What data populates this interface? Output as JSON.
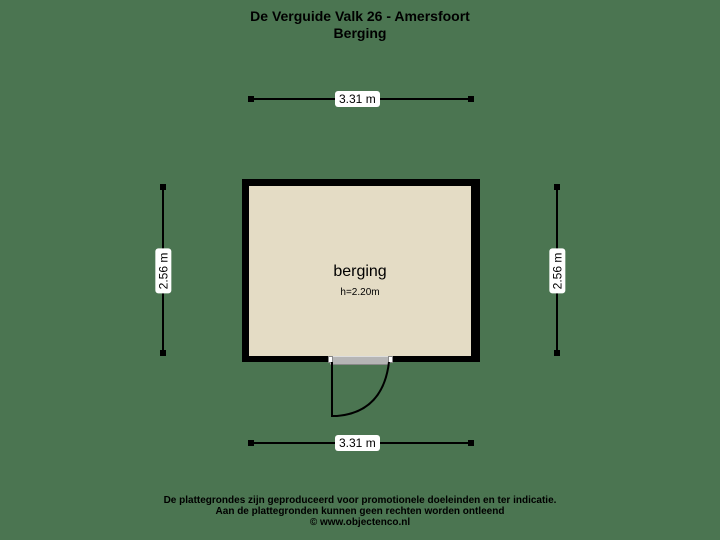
{
  "header": {
    "title": "De Verguide Valk 26 - Amersfoort",
    "subtitle": "Berging"
  },
  "dimensions": {
    "top": "3.31 m",
    "bottom": "3.31 m",
    "left": "2.56 m",
    "right": "2.56 m"
  },
  "room": {
    "name": "berging",
    "height": "h=2.20m"
  },
  "colors": {
    "background": "#4b7551",
    "floor": "#e4dcc5",
    "wall": "#000000"
  },
  "footer": {
    "line1": "De plattegrondes zijn geproduceerd voor promotionele doeleinden en ter indicatie.",
    "line2": "Aan de plattegronden kunnen geen rechten worden ontleend",
    "line3": "© www.objectenco.nl"
  }
}
